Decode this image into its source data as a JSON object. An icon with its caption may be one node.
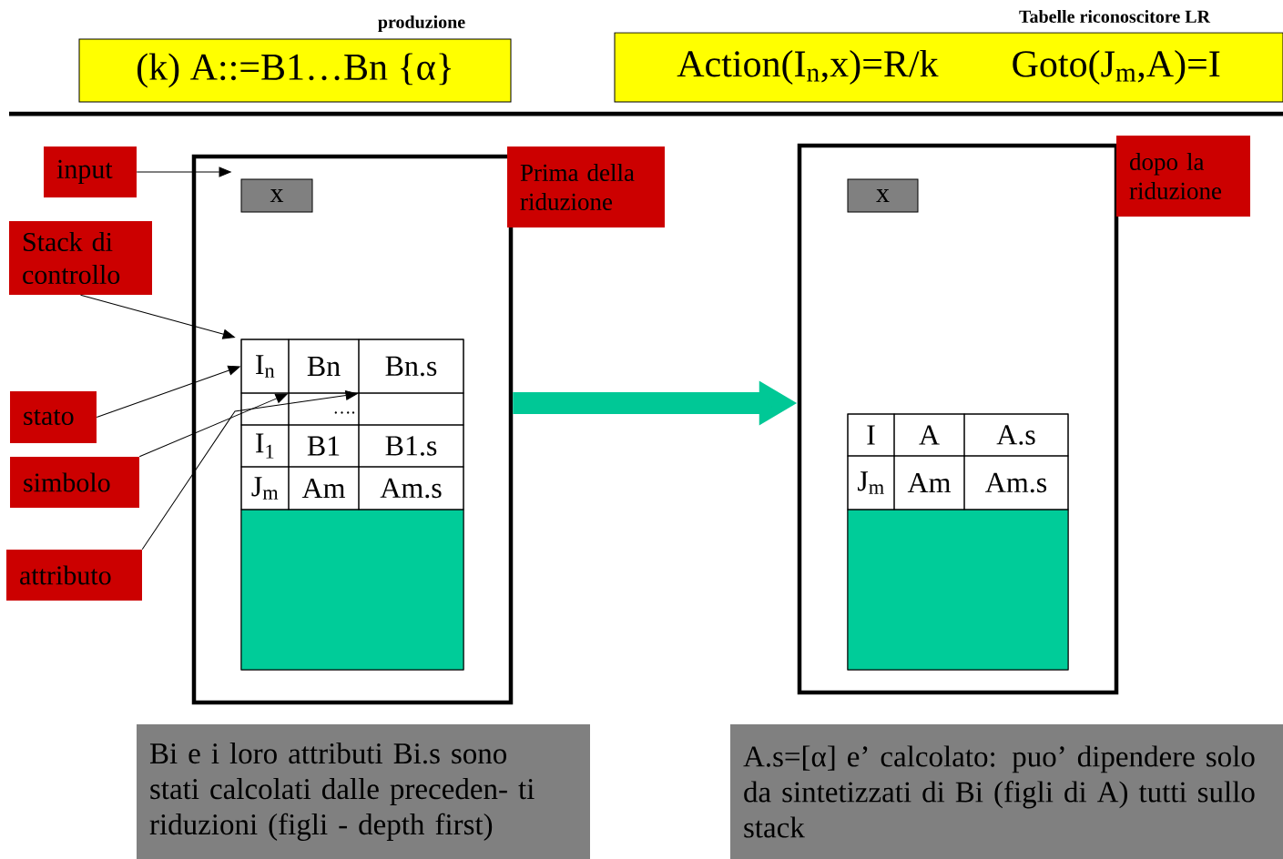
{
  "diagram": {
    "nodes": [
      {
        "text": [
          "produzione",
          "(k) A::=B1…Bn {α}"
        ]
      },
      {
        "text": [
          "Tabelle riconoscitore LR",
          "Action(I$_{n}$,x)=R/k",
          "Goto(J$_{m}$,A)=I"
        ]
      },
      {
        "text": [],
        "shape": "box"
      },
      {
        "text": [
          "Prima della riduzione"
        ]
      },
      {
        "text": [
          "input"
        ]
      },
      {
        "text": [
          "x"
        ],
        "in": 2
      },
      {
        "text": [
          "Stack di controllo"
        ]
      },
      {
        "text": [],
        "shape": "box",
        "in": 2
      },
      {
        "text": [
          "I$_{n}$"
        ],
        "in": 7
      },
      {
        "text": [
          "Bn"
        ],
        "in": 7
      },
      {
        "text": [
          "Bn.s"
        ],
        "in": 7
      },
      {
        "text": [
          "…."
        ],
        "in": 7
      },
      {
        "text": [
          "I$_{1}$"
        ],
        "in": 7
      },
      {
        "text": [
          "B1"
        ],
        "in": 7
      },
      {
        "text": [
          "B1.s"
        ],
        "in": 7
      },
      {
        "text": [
          "J$_{m}$"
        ],
        "in": 7
      },
      {
        "text": [
          "Am"
        ],
        "in": 7
      },
      {
        "text": [
          "Am.s"
        ],
        "in": 7
      },
      {
        "text": [
          "stato"
        ]
      },
      {
        "text": [
          "simbolo"
        ]
      },
      {
        "text": [
          "attributo"
        ]
      },
      {
        "text": [],
        "shape": "box"
      },
      {
        "text": [
          "dopo la riduzione"
        ]
      },
      {
        "text": [
          "x"
        ],
        "in": 21
      },
      {
        "text": [],
        "shape": "box",
        "in": 21
      },
      {
        "text": [
          "I"
        ],
        "in": 24
      },
      {
        "text": [
          "A"
        ],
        "in": 24
      },
      {
        "text": [
          "A.s"
        ],
        "in": 24
      },
      {
        "text": [
          "J$_{m}$"
        ],
        "in": 24
      },
      {
        "text": [
          "Am"
        ],
        "in": 24
      },
      {
        "text": [
          "Am.s"
        ],
        "in": 24
      },
      {
        "text": [
          "Bi e i loro attributi Bi.s  sono stati calcolati dalle preceden- ti riduzioni (figli - depth first)"
        ]
      },
      {
        "text": [
          "A.s=[α] e’ calcolato: puo’ dipendere solo da sintetizzati di Bi (figli di A) tutti sullo stack"
        ]
      }
    ],
    "edges": [
      {
        "from": 4,
        "to": 5,
        "arrow": "to"
      },
      {
        "from": 6,
        "to": 7,
        "arrow": "to"
      },
      {
        "from": 18,
        "to": 8,
        "arrow": "to"
      },
      {
        "from": 19,
        "to": 9,
        "arrow": "to"
      },
      {
        "from": 20,
        "to": 10,
        "arrow": "to"
      },
      {
        "from": 2,
        "to": 21,
        "arrow": "to",
        "style": "thick",
        "color": "#00c896"
      }
    ]
  }
}
